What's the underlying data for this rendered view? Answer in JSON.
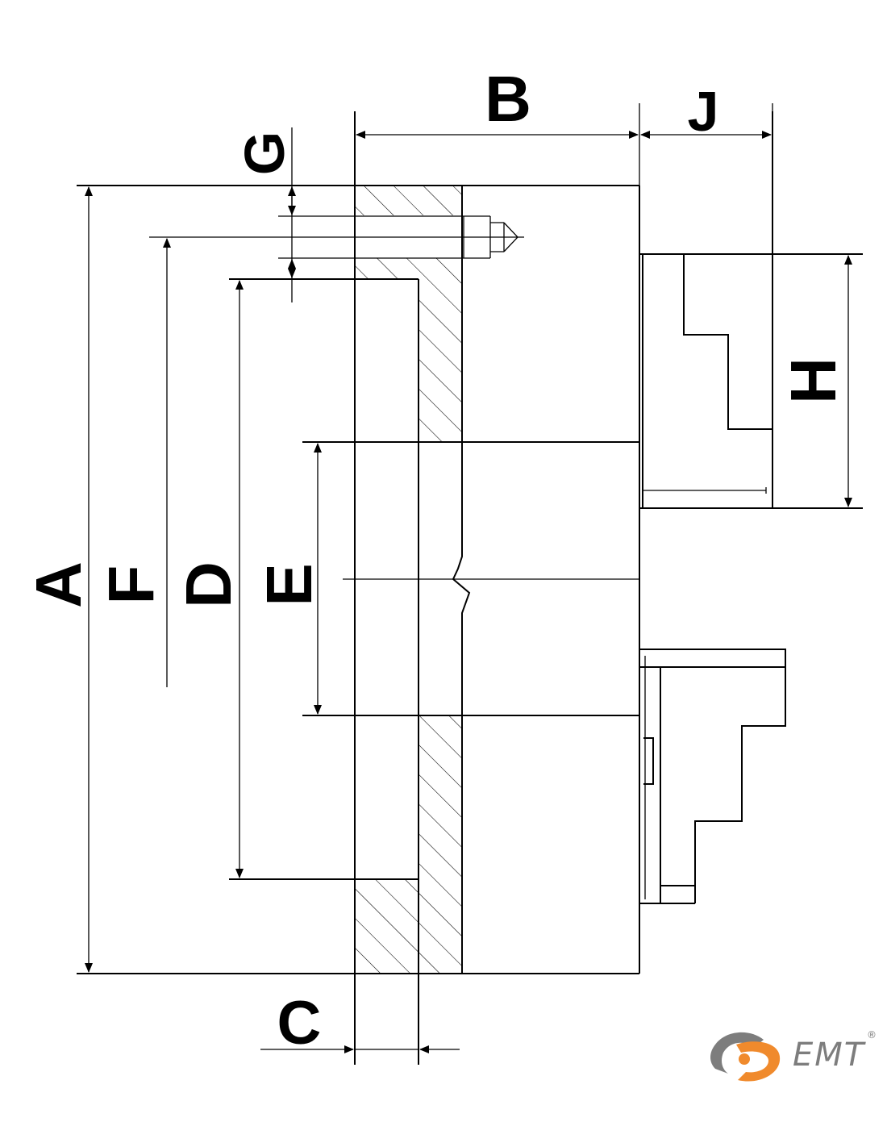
{
  "dimensions": {
    "A": "A",
    "B": "B",
    "C": "C",
    "D": "D",
    "E": "E",
    "F": "F",
    "G": "G",
    "H": "H",
    "J": "J"
  },
  "logo": {
    "brand": "EMT",
    "registered_mark": "®",
    "colors": {
      "gray": "#7d7d7d",
      "orange": "#f08a2c"
    }
  },
  "colors": {
    "line": "#000000",
    "background": "#ffffff"
  }
}
